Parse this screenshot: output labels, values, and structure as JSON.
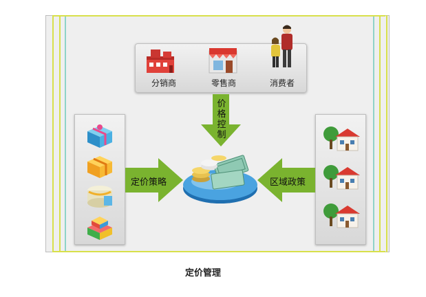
{
  "diagram": {
    "title": "定价管理",
    "top_items": [
      "分销商",
      "零售商",
      "消费者"
    ],
    "top_arrow_label": [
      "价",
      "格",
      "控",
      "制"
    ],
    "left_arrow_label": "定价策略",
    "right_arrow_label": "区域政策"
  },
  "colors": {
    "arrow_green": "#7ab32f",
    "frame_yellow": "#d8e04a",
    "frame_teal": "#8fd3c8"
  }
}
